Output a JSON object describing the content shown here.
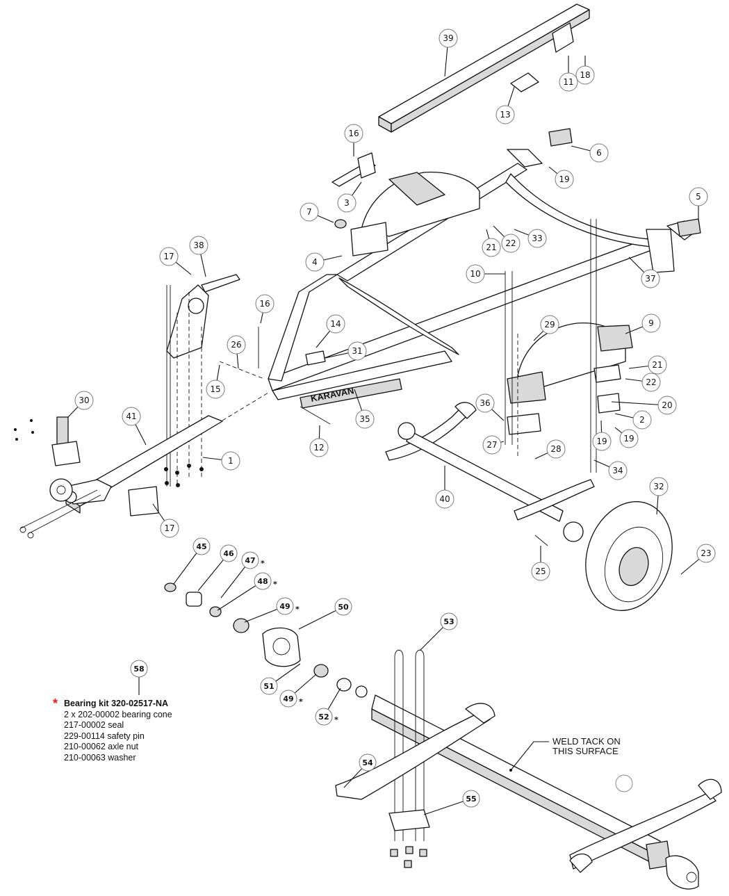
{
  "callouts": [
    "1",
    "2",
    "3",
    "4",
    "5",
    "6",
    "7",
    "9",
    "10",
    "11",
    "12",
    "13",
    "14",
    "15",
    "16",
    "17",
    "18",
    "19",
    "20",
    "21",
    "22",
    "23",
    "25",
    "26",
    "27",
    "28",
    "29",
    "30",
    "31",
    "32",
    "33",
    "34",
    "35",
    "36",
    "37",
    "38",
    "39",
    "40",
    "41",
    "45",
    "46",
    "47",
    "48",
    "49",
    "50",
    "51",
    "52",
    "53",
    "54",
    "55",
    "58"
  ],
  "bearing_kit": {
    "marker": "*",
    "title": "Bearing kit 320-02517-NA",
    "lines": [
      "2 x 202-00002 bearing cone",
      "217-00002 seal",
      "229-00114 safety pin",
      "210-00062 axle nut",
      "210-00063 washer"
    ]
  },
  "weld_note": [
    "WELD TACK ON",
    "THIS SURFACE"
  ],
  "kit_star_color": "#e41b17",
  "brand_text": "KARAVAN"
}
